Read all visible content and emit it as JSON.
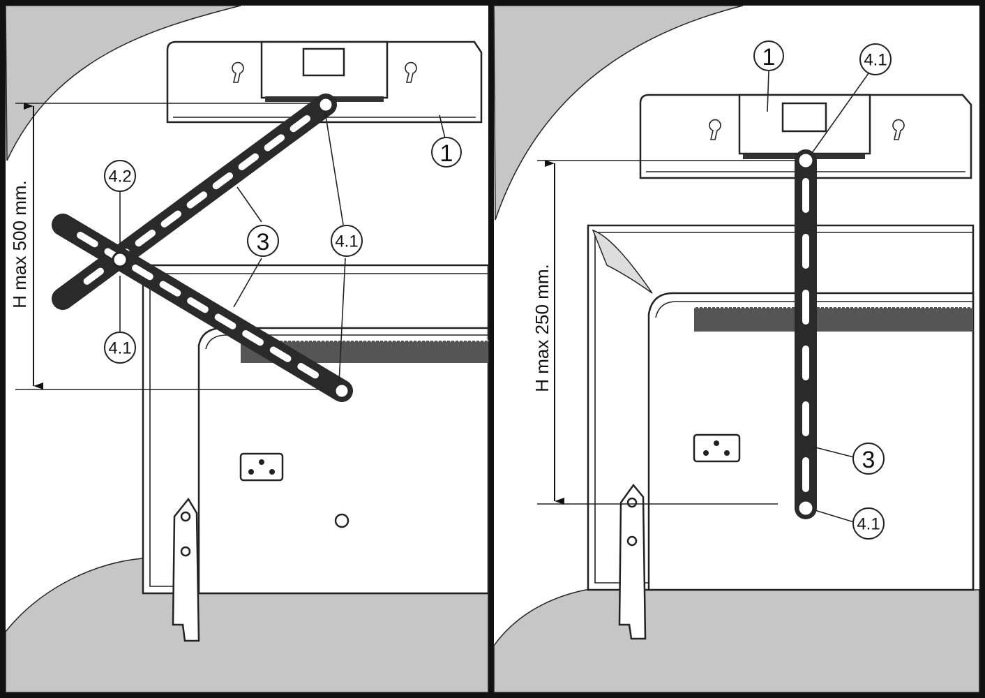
{
  "left_panel": {
    "height_label": "H max 500 mm.",
    "callouts": {
      "bracket": "1",
      "arm": "3",
      "screw_top": "4.1",
      "screw_center": "4.1",
      "washer": "4.2"
    }
  },
  "right_panel": {
    "height_label": "H max 250 mm.",
    "callouts": {
      "bracket": "1",
      "arm": "3",
      "screw_top": "4.1",
      "screw_bottom": "4.1"
    }
  }
}
